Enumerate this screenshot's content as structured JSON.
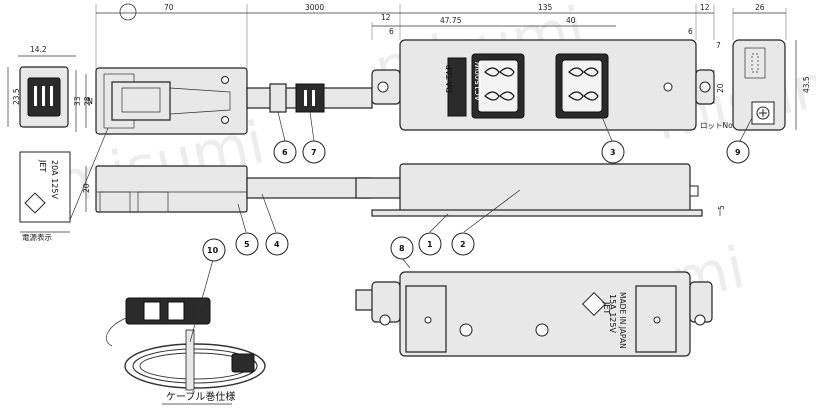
{
  "dimensions": {
    "d_70": "70",
    "d_3000": "3000",
    "d_12a": "12",
    "d_135": "135",
    "d_12b": "12",
    "d_26": "26",
    "d_6a": "6",
    "d_47_75": "47.75",
    "d_40": "40",
    "d_6b": "6",
    "d_14_2": "14.2",
    "d_23_5": "23.5",
    "d_33": "33",
    "d_28": "28",
    "d_20a": "20",
    "d_20b": "20",
    "d_7": "7",
    "d_43_5": "43.5",
    "d_5": "5"
  },
  "labels": {
    "brand_logo": "DA-TAP",
    "wire_rating": "AC1500W",
    "plug_rating": "20A 125V",
    "plug_cert": "JET",
    "base_rating": "15A 125V",
    "base_cert": "JET",
    "made_in": "MADE IN JAPAN",
    "lot_no": "ロットNo.",
    "plug_marking_note": "電源表示",
    "cable_caption": "ケーブル巻仕様"
  },
  "callouts": [
    "1",
    "2",
    "3",
    "4",
    "5",
    "6",
    "7",
    "8",
    "9",
    "10"
  ],
  "watermark": "misumi"
}
